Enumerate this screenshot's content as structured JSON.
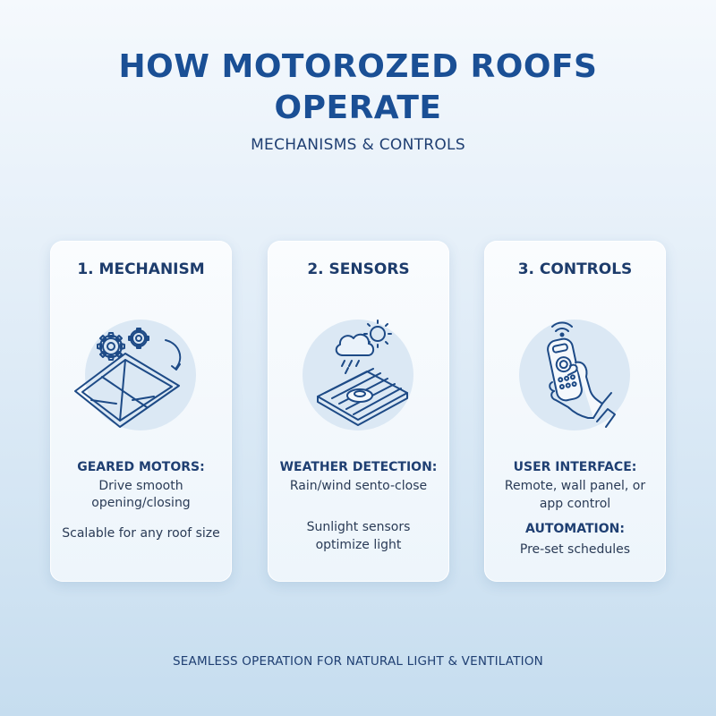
{
  "header": {
    "title_line1": "HOW MOTOROZED ROOFS",
    "title_line2": "OPERATE",
    "subtitle": "MECHANISMS & CONTROLS"
  },
  "cards": [
    {
      "title": "1. MECHANISM",
      "icon": "gears-roof-panel-icon",
      "heading1": "GEARED MOTORS:",
      "text1": "Drive smooth opening/closing",
      "text2": "Scalable for any roof size"
    },
    {
      "title": "2. SENSORS",
      "icon": "weather-sensor-roof-icon",
      "heading1": "WEATHER DETECTION:",
      "text1": "Rain/wind sento-close",
      "text2_line1": "Sunlight sensors",
      "text2_line2": "optimize light"
    },
    {
      "title": "3. CONTROLS",
      "icon": "remote-control-hand-icon",
      "heading1": "USER INTERFACE:",
      "text1_line1": "Remote, wall panel, or",
      "text1_line2": "app control",
      "heading2": "AUTOMATION:",
      "text2": "Pre-set schedules"
    }
  ],
  "footer": {
    "text": "SEAMLESS OPERATION FOR NATURAL LIGHT & VENTILATION"
  },
  "colors": {
    "title": "#1a4f95",
    "text": "#1f3f72",
    "icon_stroke": "#1d4a86",
    "icon_bg": "#dbe8f4"
  }
}
